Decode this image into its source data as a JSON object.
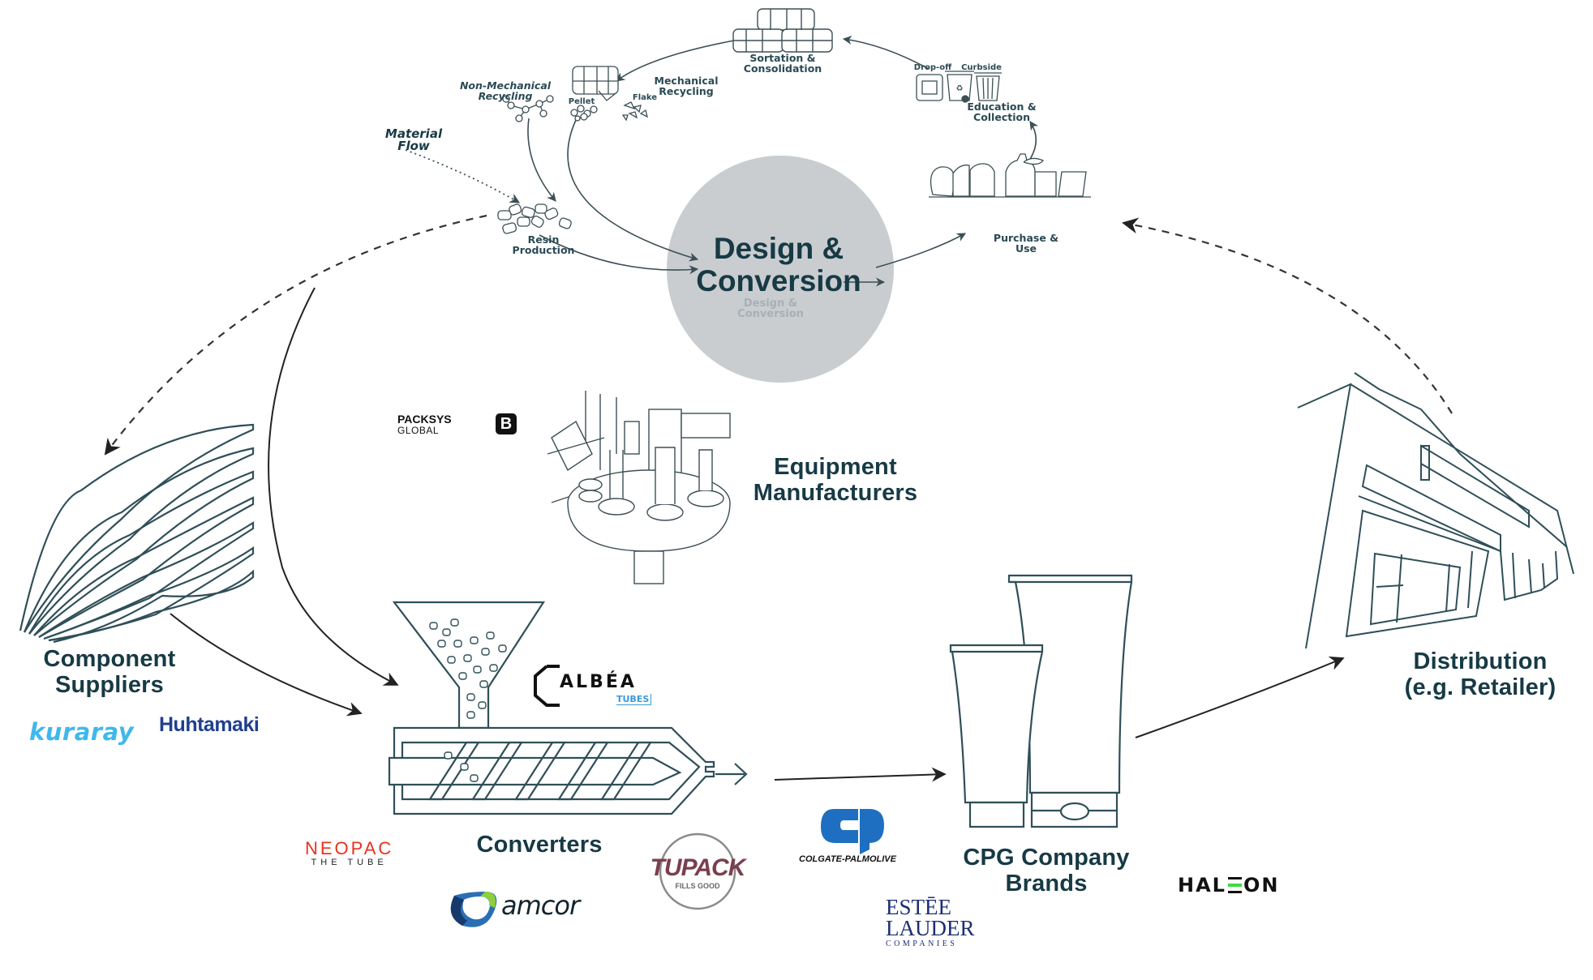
{
  "diagram": {
    "title": "Plastic Tube Packaging Value Chain",
    "colors": {
      "ink": "#173a45",
      "line": "#2a4a54",
      "circle_fill": "#c9cdd0",
      "kuraray": "#3fb8ec",
      "huhtamaki": "#1f3f8f",
      "neopac": "#e8321f",
      "tupack": "#7a3f4e",
      "colgate": "#1e6fc1",
      "estee": "#1d2f73",
      "haleon_accent": "#3ddc3d",
      "albea_tubes": "#3a9ad9"
    },
    "center": {
      "title_line1": "Design &",
      "title_line2": "Conversion",
      "ghost_line1": "Design &",
      "ghost_line2": "Conversion"
    },
    "cycle": {
      "sortation": {
        "line1": "Sortation &",
        "line2": "Consolidation"
      },
      "education": {
        "line1": "Education &",
        "line2": "Collection",
        "dropoff": "Drop-off",
        "curbside": "Curbside"
      },
      "purchase": {
        "line1": "Purchase &",
        "line2": "Use"
      },
      "mechanical": {
        "line1": "Mechanical",
        "line2": "Recycling",
        "pellet": "Pellet",
        "flake": "Flake"
      },
      "non_mechanical": {
        "line1": "Non-Mechanical",
        "line2": "Recycling"
      },
      "resin": {
        "line1": "Resin",
        "line2": "Production"
      },
      "material_flow": {
        "line1": "Material",
        "line2": "Flow"
      }
    },
    "stages": {
      "equipment": {
        "line1": "Equipment",
        "line2": "Manufacturers"
      },
      "component": {
        "line1": "Component",
        "line2": "Suppliers"
      },
      "converters": {
        "label": "Converters"
      },
      "cpg": {
        "line1": "CPG Company",
        "line2": "Brands"
      },
      "distribution": {
        "line1": "Distribution",
        "line2": "(e.g. Retailer)"
      }
    },
    "logos": {
      "packsys": {
        "line1": "PACKSYS",
        "line2": "GLOBAL",
        "mark": "B"
      },
      "kuraray": "kuraray",
      "huhtamaki": "Huhtamaki",
      "albea": {
        "name": "ALBÉA",
        "sub": "TUBES"
      },
      "neopac": {
        "name": "NEOPAC",
        "sub": "THE TUBE"
      },
      "amcor": "amcor",
      "tupack": {
        "name": "TUPACK",
        "sub": "FILLS GOOD"
      },
      "colgate": "COLGATE-PALMOLIVE",
      "estee": {
        "line1": "ESTĒE",
        "line2": "LAUDER",
        "line3": "COMPANIES"
      },
      "haleon": {
        "part1": "HAL",
        "part2": "ON"
      }
    }
  }
}
